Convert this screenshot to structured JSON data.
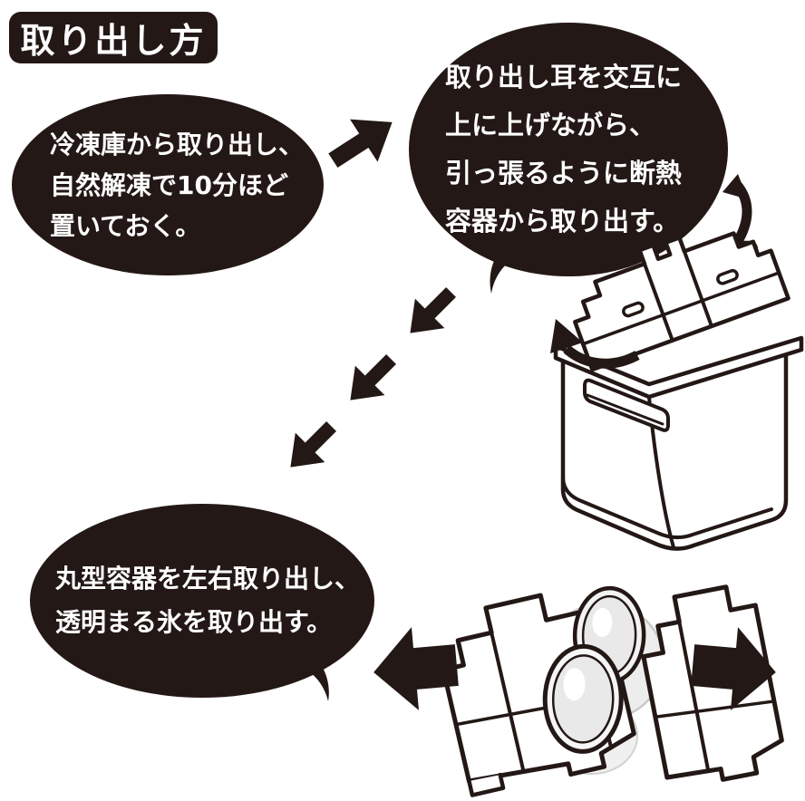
{
  "page": {
    "title": "取り出し方",
    "background": "#ffffff",
    "ink_color": "#231815"
  },
  "steps": [
    {
      "name": "step-1",
      "lines": [
        "冷凍庫から取り出し、",
        "自然解凍で10分ほど",
        "置いておく。"
      ]
    },
    {
      "name": "step-2",
      "lines": [
        "取り出し耳を交互に",
        "上に上げながら、",
        "引っ張るように断熱",
        "容器から取り出す。"
      ]
    },
    {
      "name": "step-3",
      "lines": [
        "丸型容器を左右取り出し、",
        "透明まる氷を取り出す。"
      ]
    }
  ],
  "icons": {
    "flow_arrow_up_right": "block-arrow-up-right",
    "flow_arrows_down_left": "three-block-arrows-down-left",
    "lift_arrow_left": "curved-arrow-up-left",
    "lift_arrow_right": "curved-arrow-up-right",
    "pull_left": "block-arrow-left",
    "pull_right": "block-arrow-right"
  }
}
